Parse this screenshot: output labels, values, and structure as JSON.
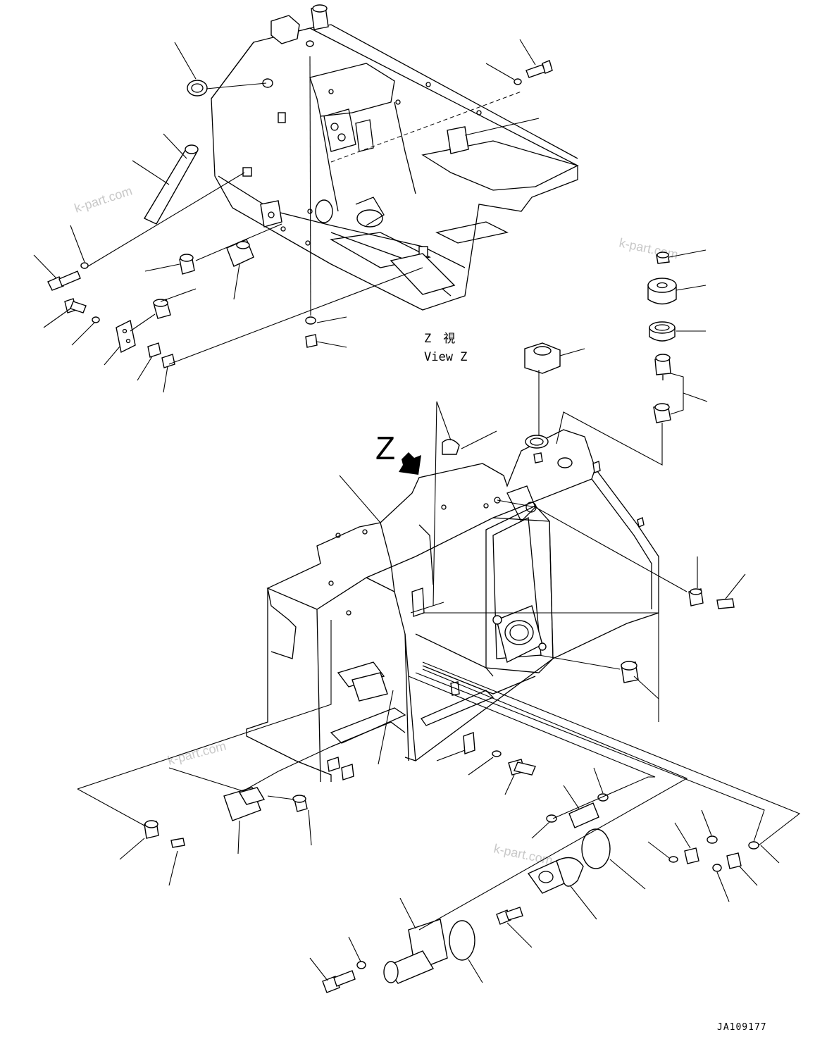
{
  "view_label": {
    "line1": "Z　視",
    "line2": "View Z"
  },
  "view_marker": "Z",
  "drawing_code": "JA109177",
  "watermark": "k-part.com"
}
